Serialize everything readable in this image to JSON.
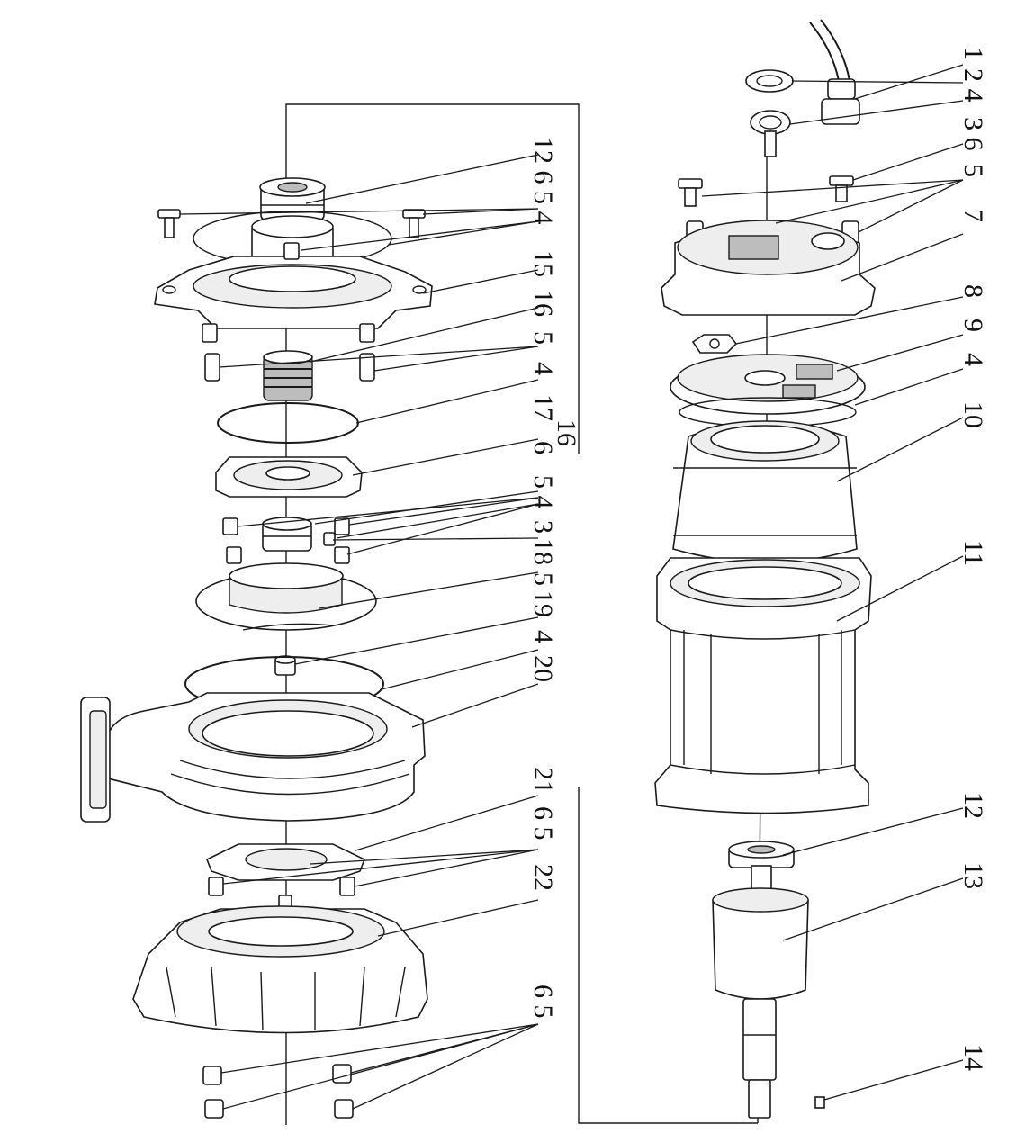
{
  "labels": {
    "left": {
      "l126": "12 6",
      "l54a": "5 4",
      "l15": "15",
      "l16a": "16",
      "l5a": "5",
      "l4a": "4",
      "l17": "17",
      "l16b": "16",
      "l6a": "6",
      "l54b": "5 4",
      "l3": "3",
      "l18": "18",
      "l5b": "5",
      "l19": "19",
      "l4b": "4",
      "l20": "20",
      "l21": "21",
      "l65a": "6 5",
      "l22": "22",
      "l65b": "6 5"
    },
    "right": {
      "r1": "1",
      "r24": "2 4",
      "r36": "3 6",
      "r5": "5",
      "r7": "7",
      "r8": "8",
      "r9": "9",
      "r4": "4",
      "r10": "10",
      "r11": "11",
      "r12": "12",
      "r13": "13",
      "r14": "14"
    }
  }
}
